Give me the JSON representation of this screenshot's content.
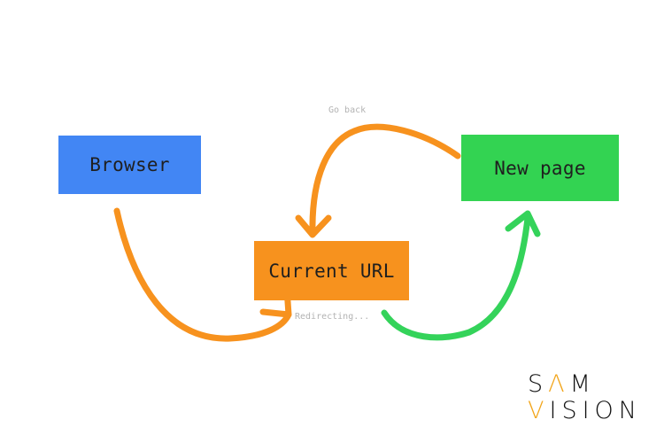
{
  "nodes": {
    "browser": {
      "label": "Browser",
      "color": "#4286f4"
    },
    "new_page": {
      "label": "New page",
      "color": "#33d352"
    },
    "current_url": {
      "label": "Current URL",
      "color": "#f7921e"
    }
  },
  "edges": {
    "go_back": {
      "label": "Go back",
      "color": "#f7921e"
    },
    "redirecting": {
      "label": "Redirecting...",
      "color": "#34d35a"
    },
    "browser_to_url": {
      "color": "#f7921e"
    }
  },
  "logo": {
    "line1_a": "S",
    "line1_b": "M",
    "line2_a": "",
    "line2_b": "ISION",
    "accent_color": "#f2a51a"
  }
}
